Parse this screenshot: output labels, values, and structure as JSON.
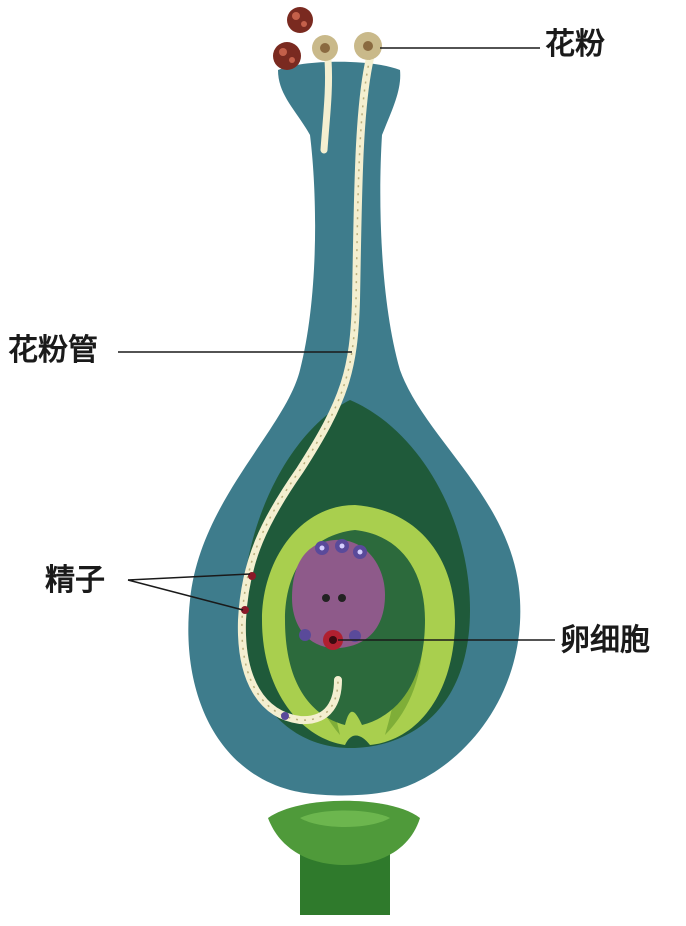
{
  "labels": {
    "pollen": "花粉",
    "pollen_tube": "花粉管",
    "sperm": "精子",
    "egg_cell": "卵细胞"
  },
  "colors": {
    "pistil": "#3e7c8c",
    "ovary_inner": "#1f5a3a",
    "ovule_outer": "#a9cf4e",
    "ovule_inner": "#2c6a3c",
    "embryo_sac": "#8e5a8a",
    "pollen_tube": "#f4efd0",
    "pollen_grain": "#7a2a20",
    "receptacle": "#4f9a3a",
    "leader_line": "#1a1a1a"
  }
}
